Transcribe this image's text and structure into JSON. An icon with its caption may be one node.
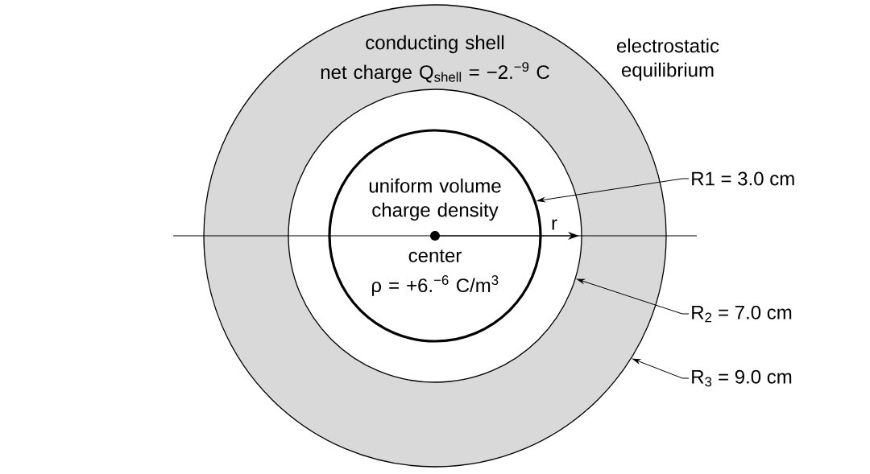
{
  "diagram": {
    "nodes": [
      {
        "text": [
          "conducting shell",
          "net charge Q$_{shell}$ = −2.$^{−9}$ C"
        ]
      },
      {
        "text": [],
        "shape": "circle",
        "in": 0
      },
      {
        "text": [
          "uniform volume charge density",
          "center",
          "ρ = +6.$^{−6}$ C/m$^{3}$"
        ],
        "in": 1
      },
      {
        "text": [
          "R1 = 3.0 cm"
        ]
      },
      {
        "text": [
          "R$_{2}$ = 7.0 cm"
        ]
      },
      {
        "text": [
          "R$_{3}$ = 9.0 cm"
        ]
      }
    ],
    "edges": [
      {
        "from": 3,
        "to": 2,
        "arrow": "to"
      },
      {
        "from": 4,
        "to": 1,
        "arrow": "to"
      },
      {
        "from": 5,
        "to": 0,
        "arrow": "to"
      }
    ],
    "labels": [
      "electrostatic equilibrium",
      "r"
    ]
  }
}
